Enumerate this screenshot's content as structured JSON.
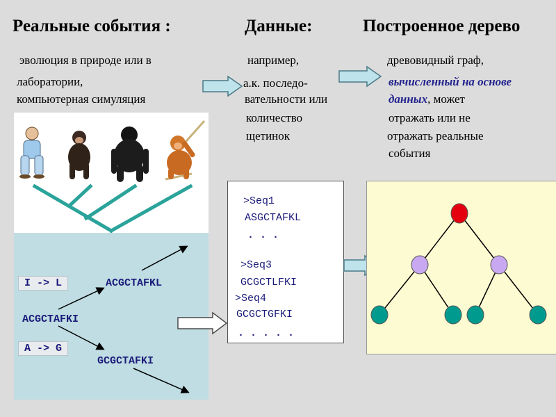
{
  "headers": {
    "real_events": "Реальные события :",
    "data": "Данные:",
    "built_tree": "Построенное дерево"
  },
  "col1": {
    "line1": "эволюция в природе или  в",
    "line2": "лаборатории,",
    "line3": "компьютерная симуляция"
  },
  "col2": {
    "line1": "например,",
    "line2": "а.к. последо-",
    "line3": "вательности  или",
    "line4": "количество",
    "line5": "щетинок"
  },
  "col3": {
    "line1": "древовидный граф,",
    "line2": "вычисленный на основе",
    "line3_italic": "данных",
    "line3_rest": ",   может",
    "line4": "отражать или   не",
    "line5": "отражать реальные",
    "line6": "события"
  },
  "simulation": {
    "mutation1": "I -> L",
    "mutation2": "A -> G",
    "root_seq": "ACGCTAFKI",
    "upper_seq": "ACGCTAFKL",
    "lower_seq": "GCGCTAFKI"
  },
  "sequences": {
    "seq1_header": ">Seq1",
    "seq1": "ASGCTAFKL",
    "dots1": ".  .  .",
    "seq3_header": ">Seq3",
    "seq3": "GCGCTLFKI",
    "seq4_header": ">Seq4",
    "seq4": "GCGCTGFKI",
    "dots2": ".  .  .  .  ."
  },
  "colors": {
    "background": "#dcdcdc",
    "sim_panel": "#bfdde2",
    "tree_panel": "#fdfbd2",
    "root_node": "#e4000f",
    "inner_node": "#c8a8f0",
    "leaf_node": "#009b8e",
    "phylo_branch": "#2aa39a",
    "arrow_fill": "#bfe3ea"
  }
}
